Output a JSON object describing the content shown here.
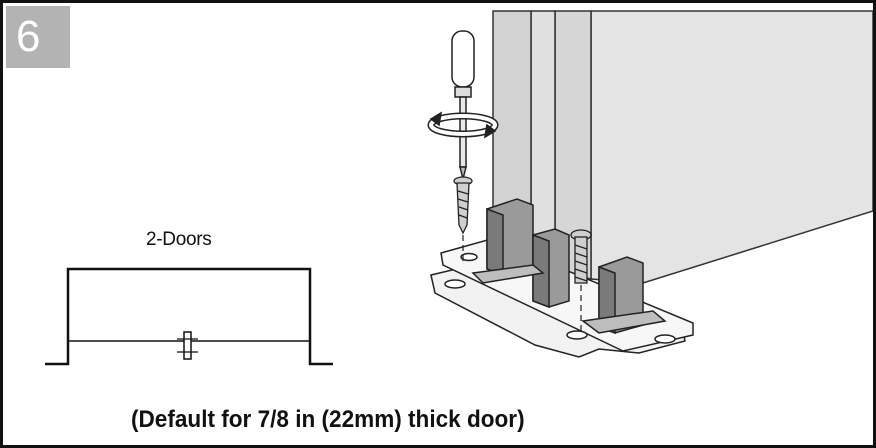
{
  "step": {
    "number": "6"
  },
  "diagram": {
    "doors_label": "2-Doors"
  },
  "caption": "(Default for 7/8 in (22mm) thick door)",
  "icons": [
    "screwdriver-icon",
    "rotation-arrow-icon",
    "screw-icon"
  ],
  "colors": {
    "badge": "#b3b3b3",
    "door": "#e4e4e4",
    "bracket": "#8f8f8f",
    "line": "#111111"
  }
}
